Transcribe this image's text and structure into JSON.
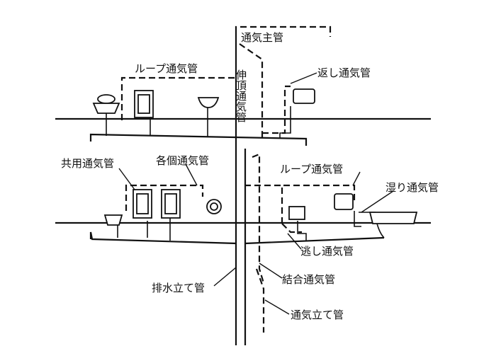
{
  "labels": {
    "main_vent": "通気主管",
    "stack_vent": "伸頂通気管",
    "loop_vent_upper": "ループ通気管",
    "return_vent": "返し通気管",
    "common_vent": "共用通気管",
    "individual_vent": "各個通気管",
    "loop_vent_lower": "ループ通気管",
    "wet_vent": "湿り通気管",
    "relief_vent": "逃し通気管",
    "drain_stack": "排水立て管",
    "yoke_vent": "結合通気管",
    "vent_stack": "通気立て管"
  }
}
